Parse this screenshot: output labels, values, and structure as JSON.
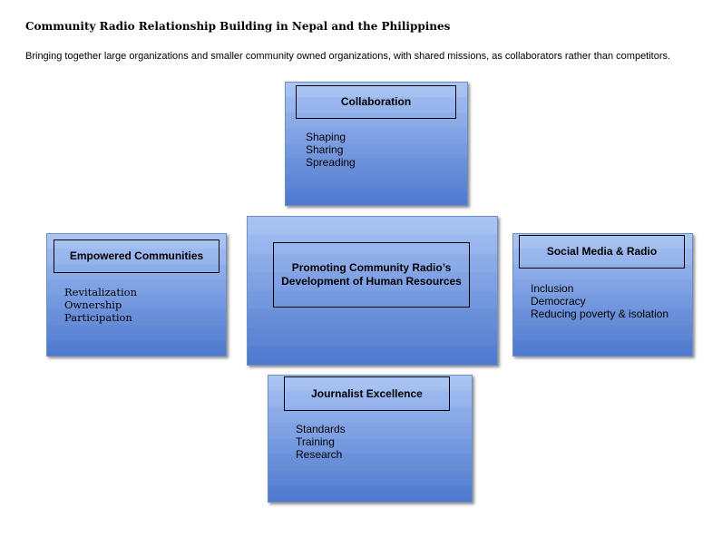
{
  "title": "Community Radio Relationship Building in Nepal and the Philippines",
  "subtitle": "Bringing together large organizations and smaller community owned organizations, with shared missions, as collaborators rather than competitors.",
  "boxes": {
    "collaboration": {
      "label": "Collaboration",
      "items": [
        "Shaping",
        "Sharing",
        "Spreading"
      ]
    },
    "empowered": {
      "label": "Empowered Communities",
      "items": [
        "Revitalization",
        "Ownership",
        "Participation"
      ]
    },
    "center": {
      "label_line1": "Promoting Community Radio’s",
      "label_line2": "Development of Human Resources"
    },
    "social": {
      "label": "Social Media & Radio",
      "items": [
        "Inclusion",
        "Democracy",
        "Reducing poverty & isolation"
      ]
    },
    "journalist": {
      "label": "Journalist Excellence",
      "items": [
        "Standards",
        "Training",
        "Research"
      ]
    }
  }
}
